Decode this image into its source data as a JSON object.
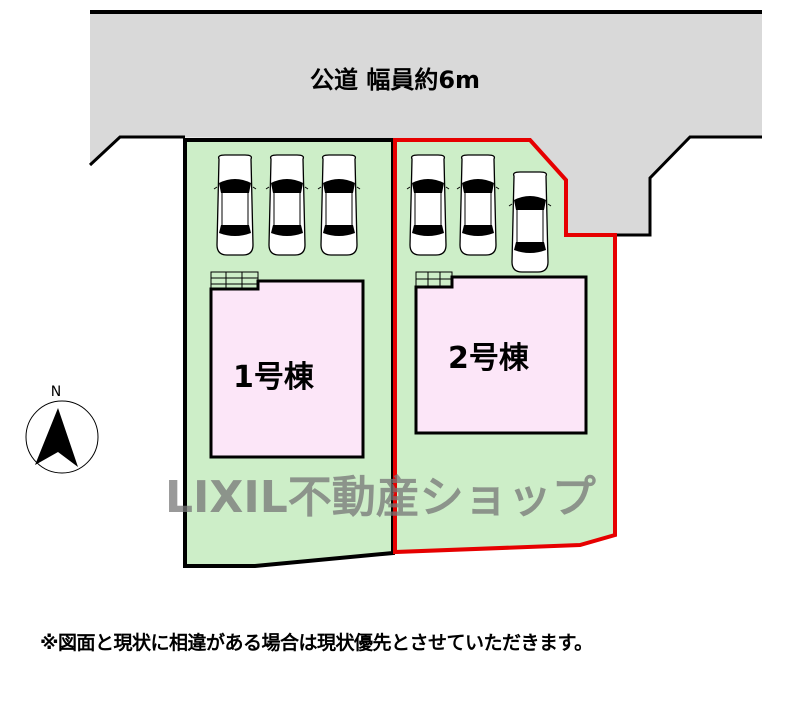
{
  "road": {
    "label": "公道 幅員約6m"
  },
  "lots": [
    {
      "label": "1号棟",
      "border_color": "#000000"
    },
    {
      "label": "2号棟",
      "border_color": "#e60000"
    }
  ],
  "compass": {
    "label": "N"
  },
  "watermark": "LIXIL不動産ショップ",
  "note": "※図面と現状に相違がある場合は現状優先とさせていただきます。",
  "colors": {
    "road": "#d9d9d9",
    "lot": "#cdeec8",
    "building": "#fce6f8",
    "highlight": "#e60000"
  }
}
